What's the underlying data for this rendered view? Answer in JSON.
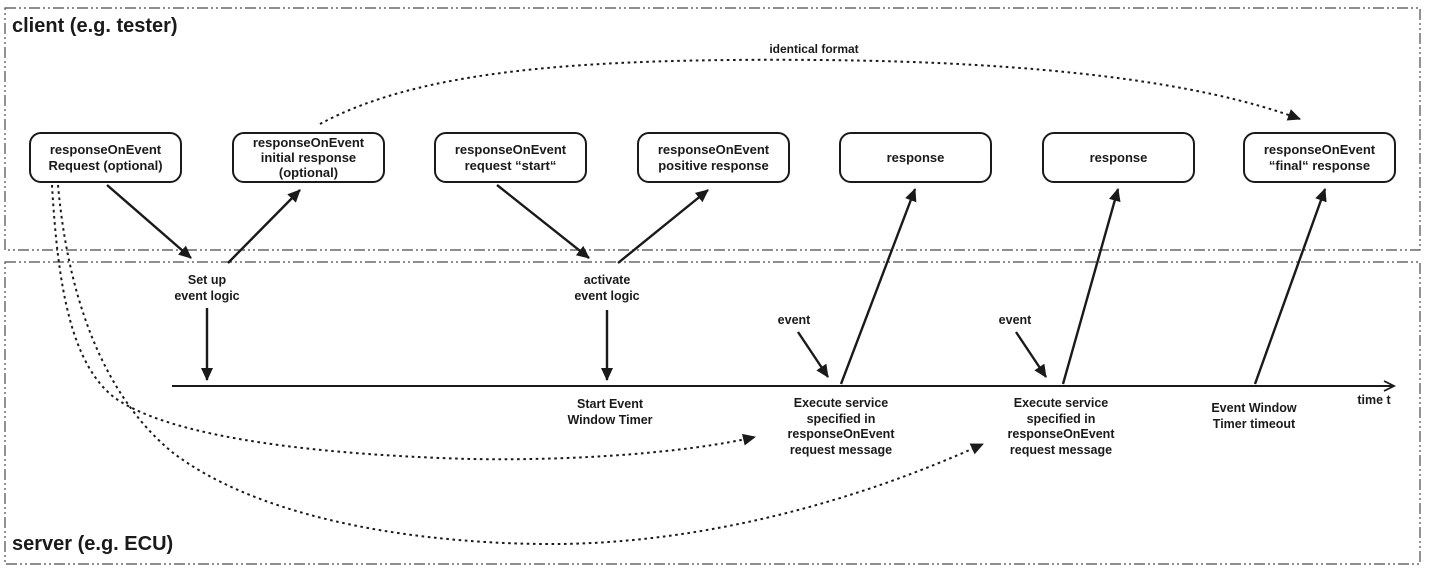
{
  "regions": {
    "client_label": "client (e.g. tester)",
    "server_label": "server (e.g. ECU)"
  },
  "boxes": [
    {
      "id": "roe-request-optional",
      "label": "responseOnEvent\nRequest (optional)"
    },
    {
      "id": "roe-initial-response",
      "label": "responseOnEvent\ninitial response\n(optional)"
    },
    {
      "id": "roe-request-start",
      "label": "responseOnEvent\nrequest “start“"
    },
    {
      "id": "roe-positive-response",
      "label": "responseOnEvent\npositive response"
    },
    {
      "id": "response-1",
      "label": "response"
    },
    {
      "id": "response-2",
      "label": "response"
    },
    {
      "id": "roe-final-response",
      "label": "responseOnEvent\n“final“ response"
    }
  ],
  "annotations": {
    "identical_format": "identical format",
    "set_up_event_logic": "Set up\nevent logic",
    "activate_event_logic": "activate\nevent logic",
    "start_event_window_timer": "Start Event\nWindow Timer",
    "event_1": "event",
    "event_2": "event",
    "execute_service_1": "Execute service\nspecified in\nresponseOnEvent\nrequest message",
    "execute_service_2": "Execute service\nspecified in\nresponseOnEvent\nrequest message",
    "event_window_timer_timeout": "Event Window\nTimer timeout",
    "time_axis_label": "time t"
  },
  "colors": {
    "line": "#1a1a1a",
    "region_border": "#4a4a4a",
    "background": "#ffffff"
  }
}
